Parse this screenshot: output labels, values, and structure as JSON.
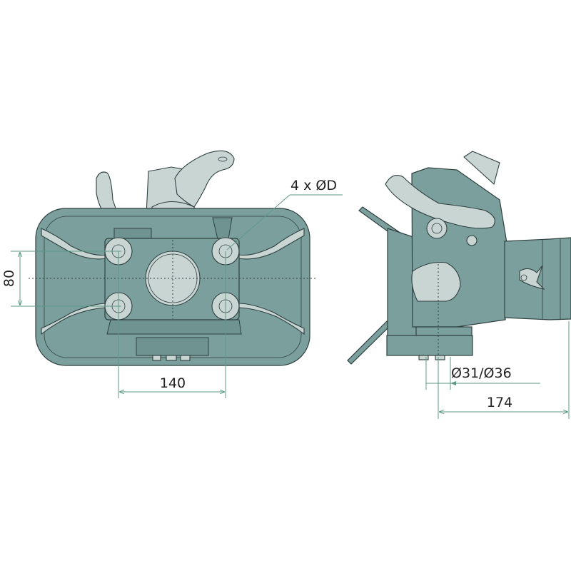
{
  "drawing": {
    "front_view": {
      "hole_label": "4 x ØD",
      "vertical_spacing": "80",
      "horizontal_spacing": "140"
    },
    "side_view": {
      "ball_diameter": "Ø31/Ø36",
      "length": "174"
    },
    "colors": {
      "body": "#7b9f9d",
      "light_parts": "#c8d5d3",
      "dimension_lines": "#5d9a86"
    }
  }
}
